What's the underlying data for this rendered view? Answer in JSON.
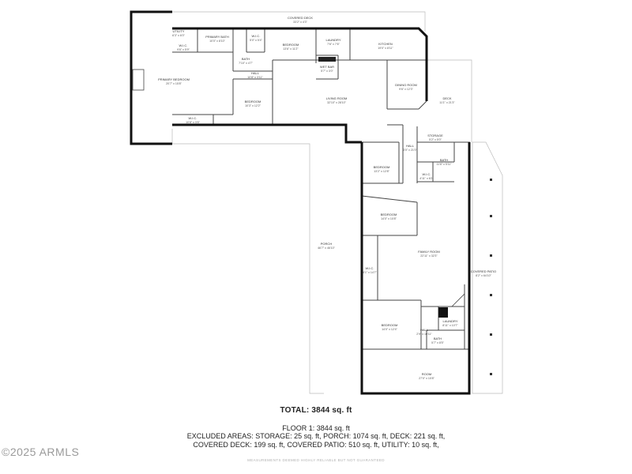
{
  "rooms": [
    {
      "id": "covered-deck",
      "label": "COVERED DECK",
      "dims": "33'2\" x 4'3\""
    },
    {
      "id": "utility",
      "label": "UTILITY",
      "dims": "6'3\" x 6'0\""
    },
    {
      "id": "primary-bath",
      "label": "PRIMARY BATH",
      "dims": "10'0\" x 8'10\""
    },
    {
      "id": "wic-top",
      "label": "W.I.C.",
      "dims": "5'0\" x 5'4\""
    },
    {
      "id": "wic-left",
      "label": "W.I.C.",
      "dims": "9'6\" x 5'9\""
    },
    {
      "id": "bedroom-top",
      "label": "BEDROOM",
      "dims": "13'6\" x 11'2\""
    },
    {
      "id": "laundry-top",
      "label": "LAUNDRY",
      "dims": "7'6\" x 7'6\""
    },
    {
      "id": "kitchen",
      "label": "KITCHEN",
      "dims": "19'0\" x 8'11\""
    },
    {
      "id": "bath-top",
      "label": "BATH",
      "dims": "7'10\" x 4'7\""
    },
    {
      "id": "wet-bar",
      "label": "WET BAR",
      "dims": "5'7\" x 3'0\""
    },
    {
      "id": "hall-top",
      "label": "HALL",
      "dims": "10'8\" x 3'11\""
    },
    {
      "id": "primary-bedroom",
      "label": "PRIMARY BEDROOM",
      "dims": "20'7\" x 15'8\""
    },
    {
      "id": "dining-room",
      "label": "DINING ROOM",
      "dims": "9'6\" x 12'3\""
    },
    {
      "id": "bedroom-mid",
      "label": "BEDROOM",
      "dims": "10'3\" x 12'2\""
    },
    {
      "id": "living-room",
      "label": "LIVING ROOM",
      "dims": "32'10\" x 28'10\""
    },
    {
      "id": "deck",
      "label": "DECK",
      "dims": "11'1\" x 21'3\""
    },
    {
      "id": "wic-bottom-left",
      "label": "W.I.C.",
      "dims": "10'8\" x 3'6\""
    },
    {
      "id": "storage",
      "label": "STORAGE",
      "dims": "5'2\" x 5'0\""
    },
    {
      "id": "hall-right",
      "label": "HALL",
      "dims": "3'0\" x 21'0\""
    },
    {
      "id": "bath-right",
      "label": "BATH",
      "dims": "11'6\" x 5'11\""
    },
    {
      "id": "bedroom-right",
      "label": "BEDROOM",
      "dims": "13'2\" x 12'8\""
    },
    {
      "id": "wic-right",
      "label": "W.I.C.",
      "dims": "4'11\" x 6'2\""
    },
    {
      "id": "bedroom-wing",
      "label": "BEDROOM",
      "dims": "14'0\" x 10'8\""
    },
    {
      "id": "porch",
      "label": "PORCH",
      "dims": "46'7\" x 46'10\""
    },
    {
      "id": "family-room",
      "label": "FAMILY ROOM",
      "dims": "22'11\" x 32'3\""
    },
    {
      "id": "wic-wing",
      "label": "W.I.C.",
      "dims": "4'1\" x 14'7\""
    },
    {
      "id": "covered-patio",
      "label": "COVERED PATIO",
      "dims": "8'2\" x 64'10\""
    },
    {
      "id": "laundry-wing",
      "label": "LAUNDRY",
      "dims": "8'11\" x 10'7\""
    },
    {
      "id": "bedroom-lower",
      "label": "BEDROOM",
      "dims": "14'0\" x 12'4\""
    },
    {
      "id": "hall-wing",
      "label": "HALL",
      "dims": "2'9\" x 10'11\""
    },
    {
      "id": "bath-wing",
      "label": "BATH",
      "dims": "5'7\" x 8'5\""
    },
    {
      "id": "room",
      "label": "ROOM",
      "dims": "27'0\" x 10'8\""
    }
  ],
  "summary": {
    "total": "TOTAL: 3844 sq. ft",
    "floor": "FLOOR 1: 3844 sq. ft",
    "excluded_1": "EXCLUDED AREAS: STORAGE: 25 sq. ft, PORCH: 1074 sq. ft, DECK: 221 sq. ft,",
    "excluded_2": "COVERED DECK: 199 sq. ft, COVERED PATIO: 510 sq. ft, UTILITY: 10 sq. ft,"
  },
  "watermark": "©2025 ARMLS",
  "disclaimer": "MEASUREMENTS DEEMED HIGHLY RELIABLE BUT NOT GUARANTEED"
}
